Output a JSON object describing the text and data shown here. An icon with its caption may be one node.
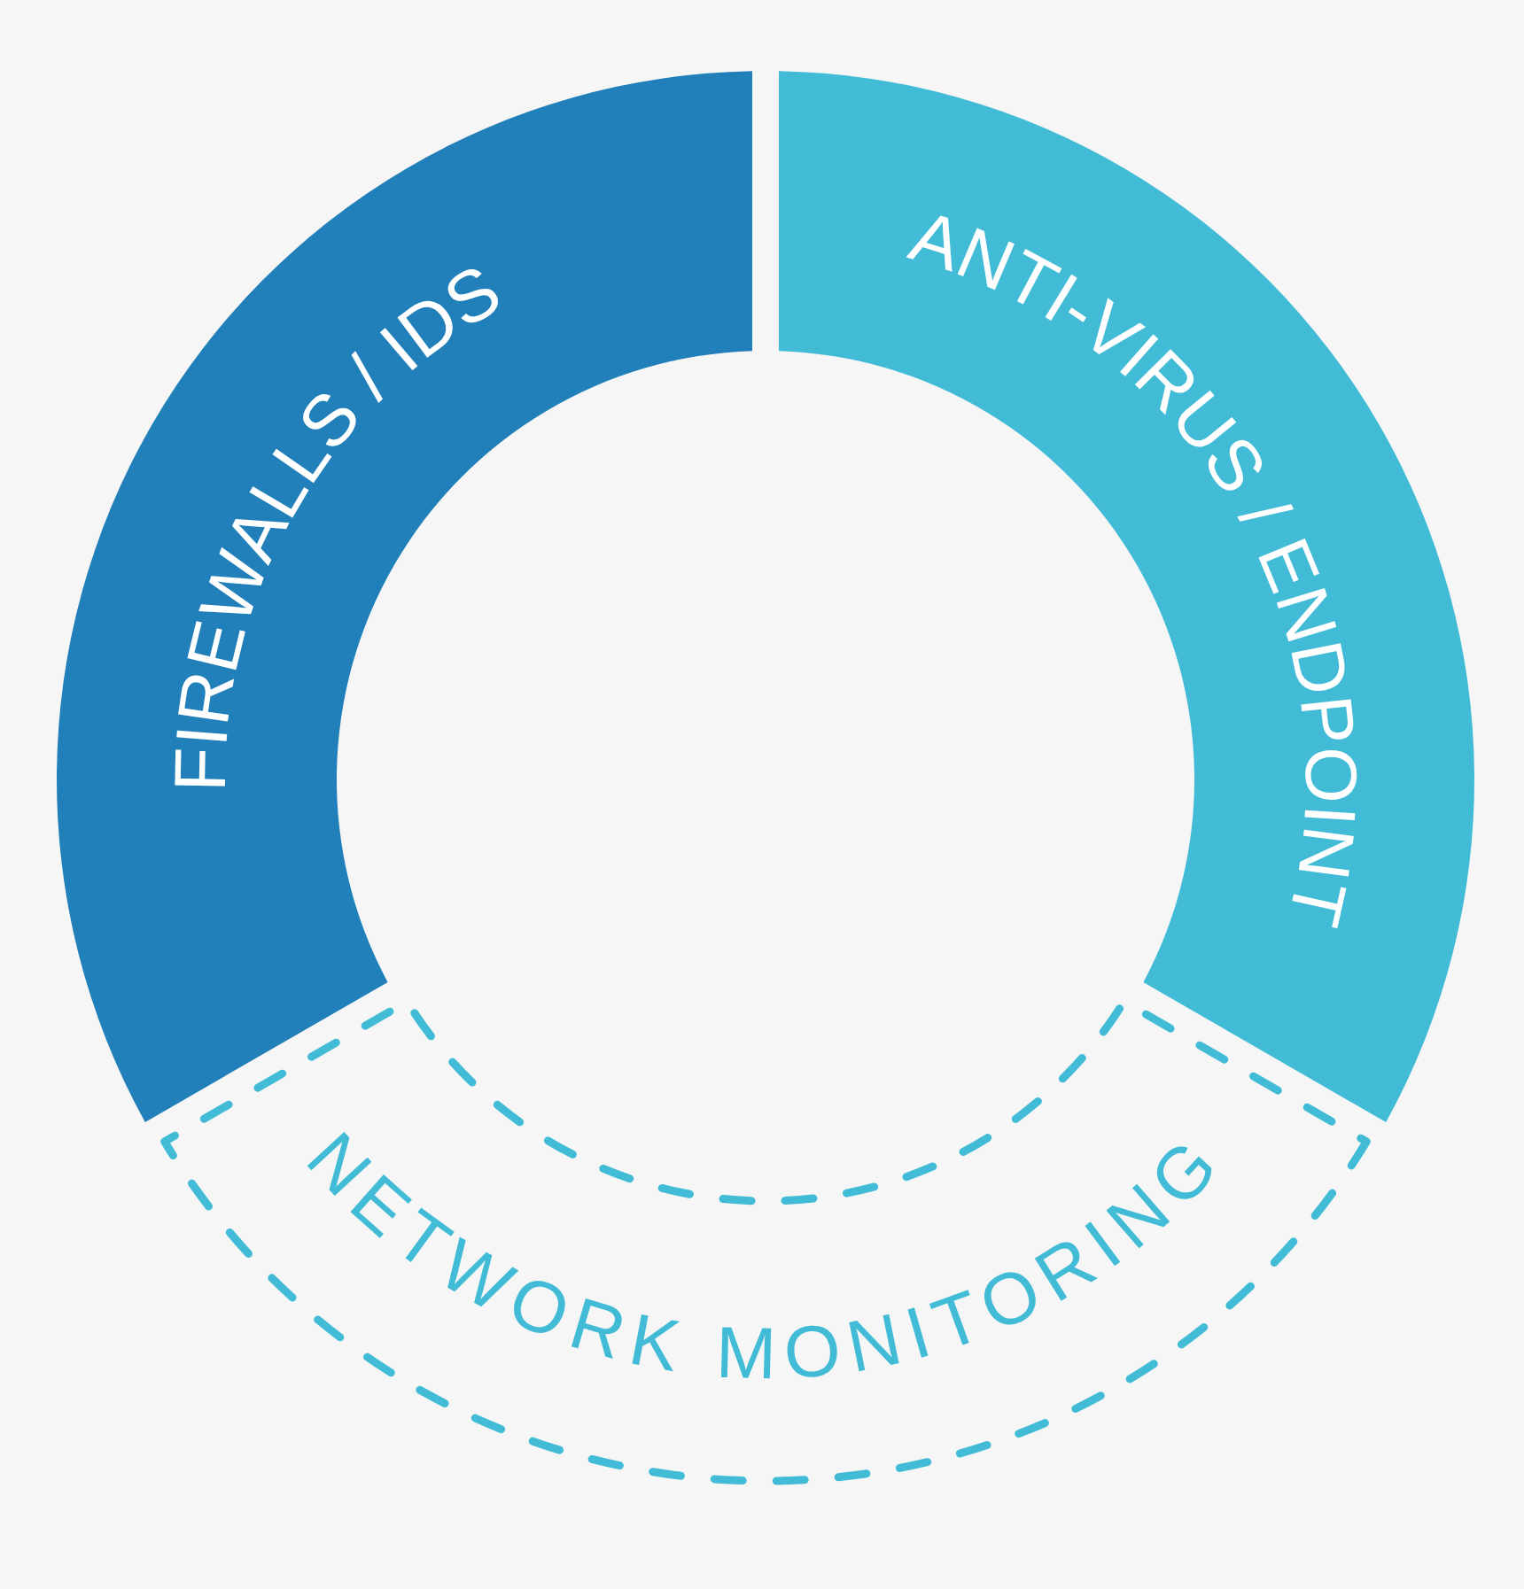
{
  "diagram": {
    "nodes": [
      {
        "text": [
          "FIREWALLS / IDS"
        ]
      },
      {
        "text": [
          "ANTI-VIRUS / ENDPOINT"
        ]
      },
      {
        "text": [
          "NETWORK MONITORING"
        ]
      }
    ]
  }
}
